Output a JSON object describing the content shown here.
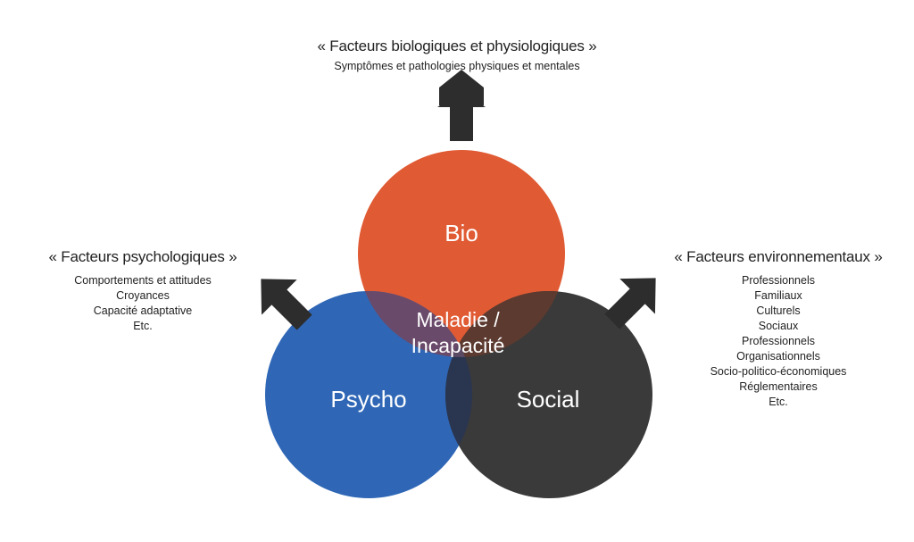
{
  "biological": {
    "title": "« Facteurs biologiques et physiologiques »",
    "subtitle": "Symptômes et pathologies physiques et mentales"
  },
  "psychological": {
    "title": "« Facteurs psychologiques »",
    "items": [
      "Comportements et attitudes",
      "Croyances",
      "Capacité adaptative",
      "Etc."
    ]
  },
  "environmental": {
    "title": "« Facteurs environnementaux »",
    "items": [
      "Professionnels",
      "Familiaux",
      "Culturels",
      "Sociaux",
      "Professionnels",
      "Organisationnels",
      "Socio-politico-économiques",
      "Réglementaires",
      "Etc."
    ]
  },
  "circles": {
    "bio": "Bio",
    "psycho": "Psycho",
    "social": "Social",
    "center_line1": "Maladie /",
    "center_line2": "Incapacité"
  },
  "colors": {
    "bio": "#e05a33",
    "psycho": "#2f67b6",
    "social": "#3a3a3a",
    "arrow": "#2d2d2d",
    "overlap": "#5b4a64"
  },
  "icons": {
    "arrow_up": "arrow-up-icon",
    "arrow_up_left": "arrow-up-left-icon",
    "arrow_up_right": "arrow-up-right-icon"
  }
}
